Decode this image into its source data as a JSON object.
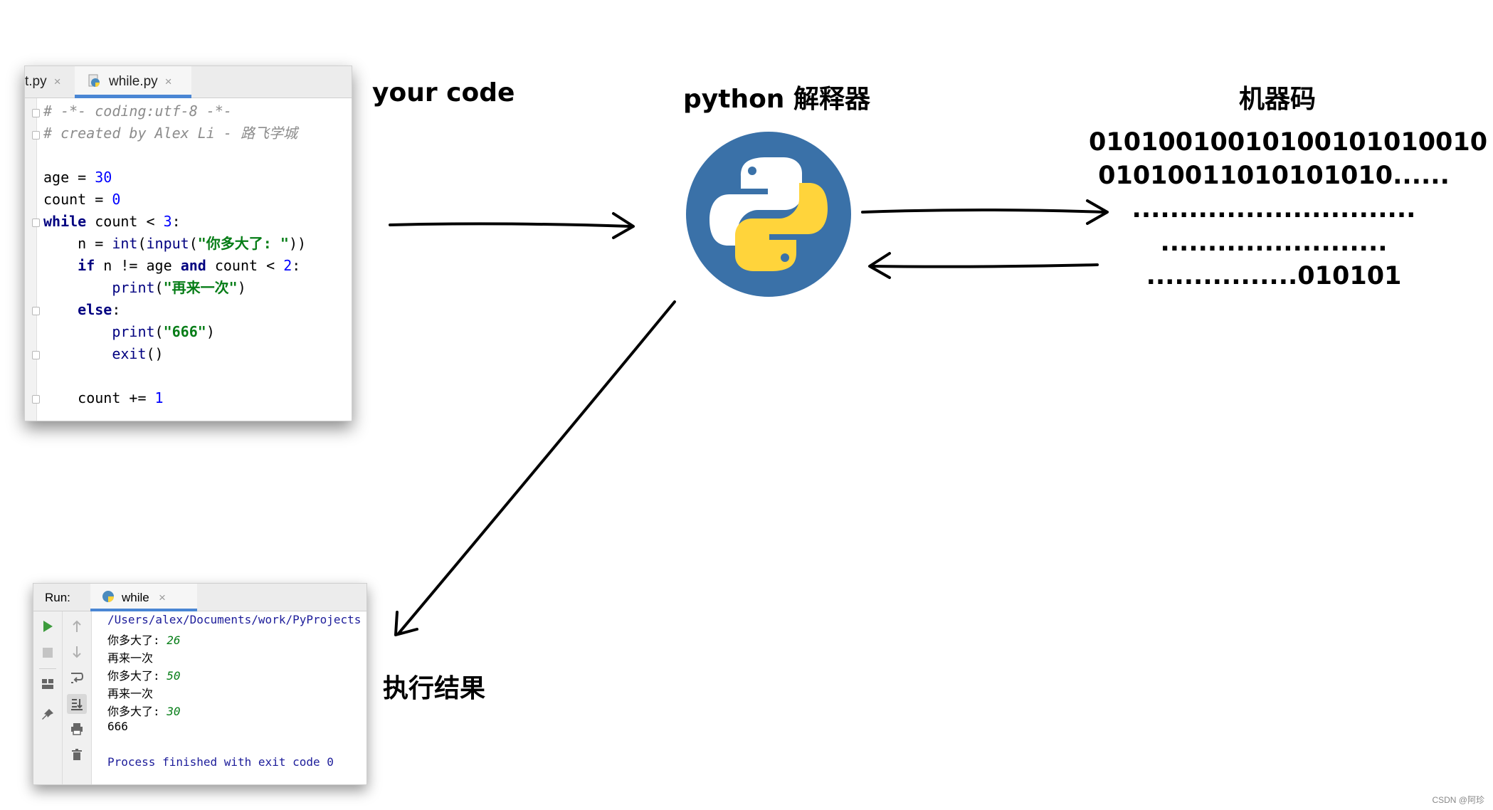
{
  "editor": {
    "tabs": [
      {
        "label": "t.py",
        "close": "×"
      },
      {
        "label": "while.py",
        "close": "×",
        "icon": "python-file-icon"
      }
    ],
    "code_lines": [
      "# -*- coding:utf-8 -*-",
      "# created by Alex Li - 路飞学城",
      "",
      "age = 30",
      "count = 0",
      "while count < 3:",
      "    n = int(input(\"你多大了: \"))",
      "    if n != age and count < 2:",
      "        print(\"再来一次\")",
      "    else:",
      "        print(\"666\")",
      "        exit()",
      "",
      "    count += 1"
    ]
  },
  "labels": {
    "your_code": "your code",
    "interpreter": "python 解释器",
    "machine_code": "机器码",
    "result": "执行结果"
  },
  "machine_code_lines": [
    "01010010010100101010010",
    "01010011010101010......",
    "..............................",
    "........................",
    "................010101"
  ],
  "run_window": {
    "run_label": "Run:",
    "tab_label": "while",
    "tab_close": "×",
    "output_lines": [
      {
        "text": "/Users/alex/Documents/work/PyProjects",
        "style": "path"
      },
      {
        "prompt": "你多大了: ",
        "value": "26"
      },
      {
        "text": "再来一次"
      },
      {
        "prompt": "你多大了: ",
        "value": "50"
      },
      {
        "text": "再来一次"
      },
      {
        "prompt": "你多大了: ",
        "value": "30"
      },
      {
        "text": "666"
      },
      {
        "text": ""
      },
      {
        "text": "Process finished with exit code 0",
        "style": "blue"
      }
    ]
  },
  "watermark": "CSDN @阿珍",
  "colors": {
    "python_circle": "#3a71a8",
    "python_blue": "#ffffff",
    "python_yellow": "#ffd43b",
    "tab_underline": "#4a86d4"
  }
}
